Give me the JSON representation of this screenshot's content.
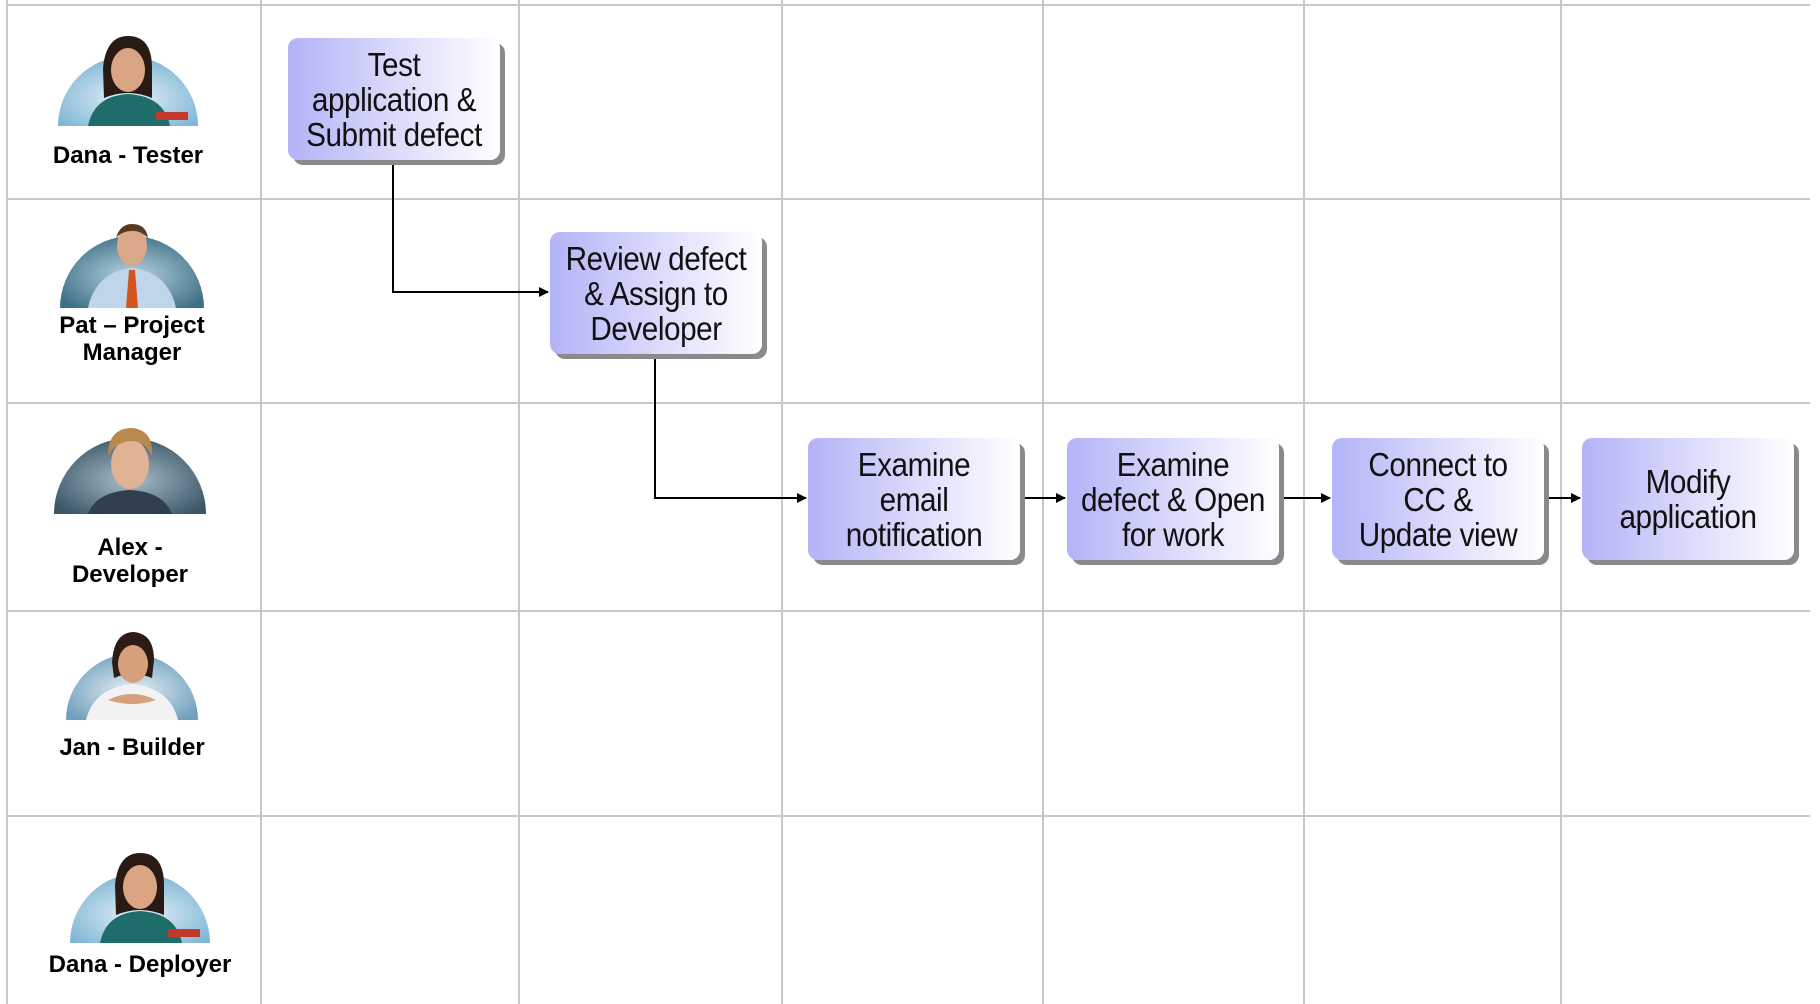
{
  "actors": [
    {
      "label": "Dana - Tester",
      "avatar_icon": "woman-portrait-icon"
    },
    {
      "label": "Pat – Project Manager",
      "avatar_icon": "man-portrait-icon"
    },
    {
      "label": "Alex - Developer",
      "avatar_icon": "young-man-portrait-icon"
    },
    {
      "label": "Jan - Builder",
      "avatar_icon": "woman-portrait-icon"
    },
    {
      "label": "Dana - Deployer",
      "avatar_icon": "woman-portrait-icon"
    }
  ],
  "steps": [
    {
      "label": "Test application & Submit defect",
      "lane": "Dana - Tester"
    },
    {
      "label": "Review defect & Assign to Developer",
      "lane": "Pat – Project Manager"
    },
    {
      "label": "Examine email notification",
      "lane": "Alex - Developer"
    },
    {
      "label": "Examine defect & Open for work",
      "lane": "Alex - Developer"
    },
    {
      "label": "Connect to CC & Update view",
      "lane": "Alex - Developer"
    },
    {
      "label": "Modify application",
      "lane": "Alex - Developer"
    }
  ],
  "flows": [
    {
      "from": "Test application & Submit defect",
      "to": "Review defect & Assign to Developer"
    },
    {
      "from": "Review defect & Assign to Developer",
      "to": "Examine email notification"
    },
    {
      "from": "Examine email notification",
      "to": "Examine defect & Open for work"
    },
    {
      "from": "Examine defect & Open for work",
      "to": "Connect to CC & Update view"
    },
    {
      "from": "Connect to CC & Update view",
      "to": "Modify application"
    }
  ],
  "colors": {
    "grid": "#c8c8c8",
    "step_fill_start": "#b3b3f7",
    "step_fill_end": "#ffffff",
    "step_shadow": "#8a8a8a",
    "arrow": "#000000"
  }
}
